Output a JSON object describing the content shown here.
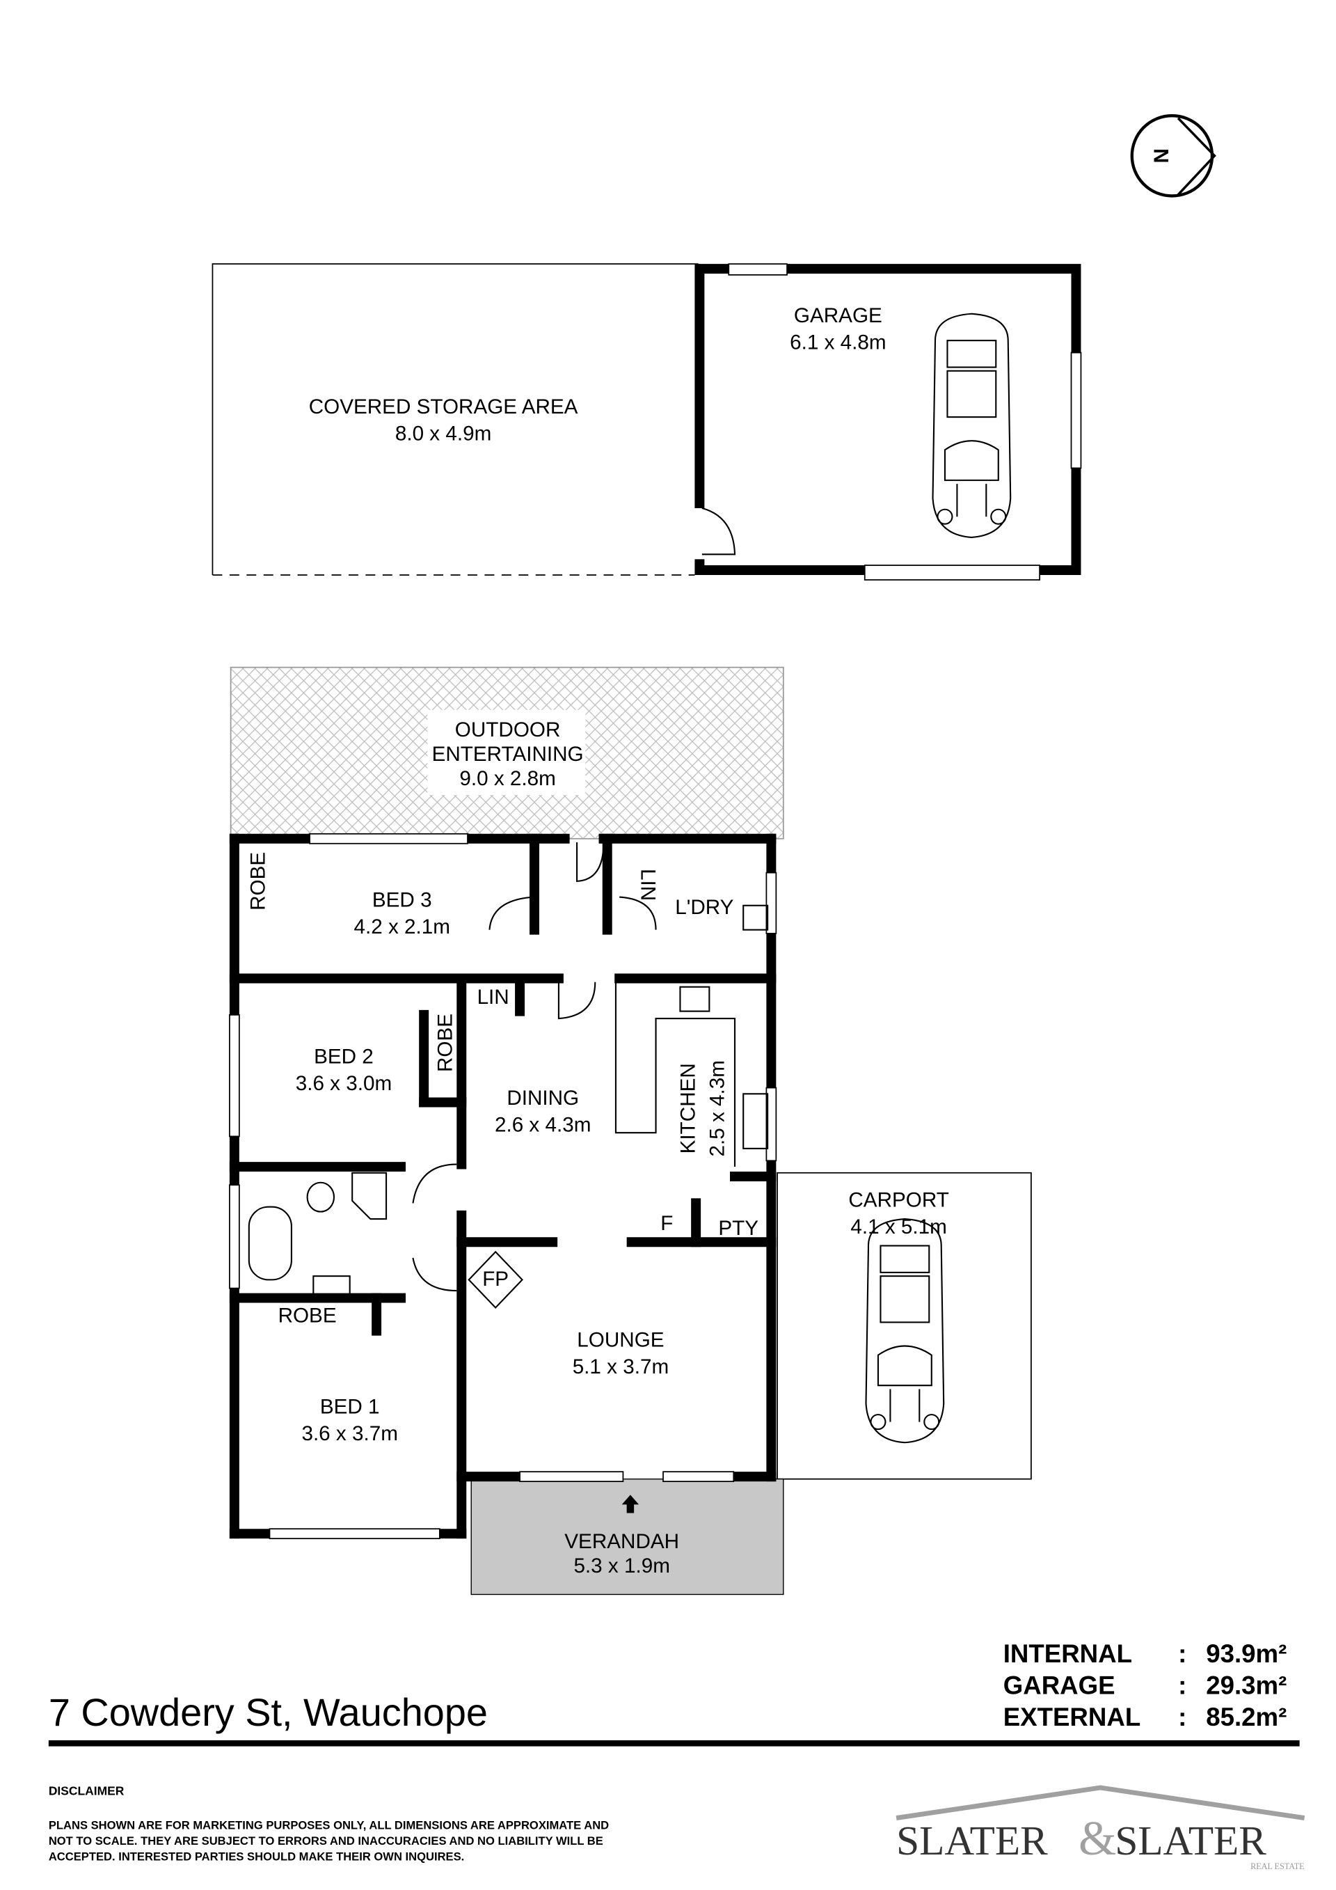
{
  "rooms": {
    "covered_storage": {
      "name": "COVERED STORAGE AREA",
      "size": "8.0 x 4.9m"
    },
    "garage": {
      "name": "GARAGE",
      "size": "6.1 x 4.8m"
    },
    "outdoor": {
      "name1": "OUTDOOR",
      "name2": "ENTERTAINING",
      "size": "9.0 x 2.8m"
    },
    "bed3": {
      "name": "BED 3",
      "size": "4.2 x 2.1m"
    },
    "bed2": {
      "name": "BED 2",
      "size": "3.6 x 3.0m"
    },
    "bed1": {
      "name": "BED 1",
      "size": "3.6 x 3.7m"
    },
    "dining": {
      "name": "DINING",
      "size": "2.6 x 4.3m"
    },
    "kitchen": {
      "name": "KITCHEN",
      "size": "2.5 x 4.3m"
    },
    "lounge": {
      "name": "LOUNGE",
      "size": "5.1 x 3.7m"
    },
    "laundry": {
      "name": "L'DRY"
    },
    "carport": {
      "name": "CARPORT",
      "size": "4.1 x 5.1m"
    },
    "verandah": {
      "name": "VERANDAH",
      "size": "5.3 x 1.9m"
    },
    "robe": "ROBE",
    "lin": "LIN",
    "pty": "PTY",
    "f": "F",
    "fp": "FP"
  },
  "compass": {
    "label": "N"
  },
  "footer": {
    "address": "7 Cowdery St, Wauchope",
    "areas": [
      {
        "label": "INTERNAL",
        "sep": ":",
        "value": "93.9m²"
      },
      {
        "label": "GARAGE",
        "sep": ":",
        "value": "29.3m²"
      },
      {
        "label": "EXTERNAL",
        "sep": ":",
        "value": "85.2m²"
      }
    ],
    "disclaimer_title": "DISCLAIMER",
    "disclaimer_lines": [
      "PLANS SHOWN ARE FOR MARKETING PURPOSES ONLY, ALL DIMENSIONS ARE APPROXIMATE AND",
      "NOT TO SCALE. THEY ARE SUBJECT TO ERRORS AND INACCURACIES AND NO LIABILITY WILL BE",
      "ACCEPTED. INTERESTED PARTIES SHOULD MAKE THEIR OWN INQUIRES."
    ],
    "logo": {
      "left": "SLATER",
      "amp": "&",
      "right": "SLATER",
      "sub": "REAL ESTATE"
    }
  },
  "colors": {
    "verandah": "#c8c8c8",
    "logo_grey": "#a0a0a0"
  }
}
